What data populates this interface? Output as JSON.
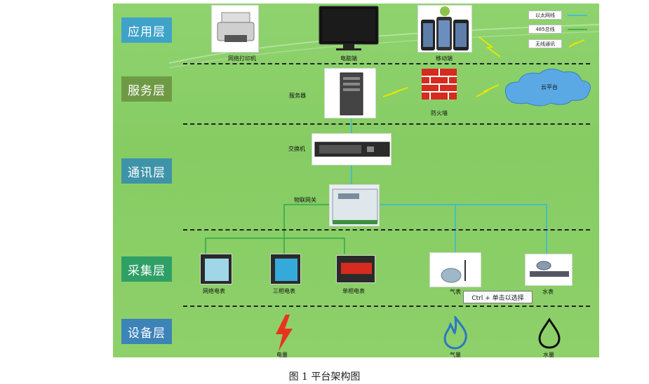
{
  "caption": "图 1  平台架构图",
  "layers": [
    {
      "key": "app",
      "label": "应用层",
      "color": "#3fa2c9"
    },
    {
      "key": "service",
      "label": "服务层",
      "color": "#6f9a45"
    },
    {
      "key": "comm",
      "label": "通讯层",
      "color": "#3f93a9"
    },
    {
      "key": "collect",
      "label": "采集层",
      "color": "#2f9f66"
    },
    {
      "key": "equip",
      "label": "设备层",
      "color": "#3c83b8"
    }
  ],
  "legend": [
    {
      "label": "以太网线",
      "color": "#33b8e0"
    },
    {
      "label": "485总线",
      "color": "#2fa84a"
    },
    {
      "label": "无线通讯",
      "color": "#e6e600"
    }
  ],
  "devices": {
    "printer": "网络打印机",
    "pc": "电脑端",
    "mobile": "移动端",
    "server": "服务器",
    "firewall": "防火墙",
    "cloud": "云平台",
    "switch": "交换机",
    "gateway": "物联网关",
    "meter_net": "网络电表",
    "meter_3p": "三相电表",
    "meter_1p": "单相电表",
    "gas_meter": "气表",
    "water_meter": "水表"
  },
  "energy": {
    "electric": "电量",
    "gas": "气量",
    "water": "水量"
  },
  "tooltip": "Ctrl + 单击以选择"
}
